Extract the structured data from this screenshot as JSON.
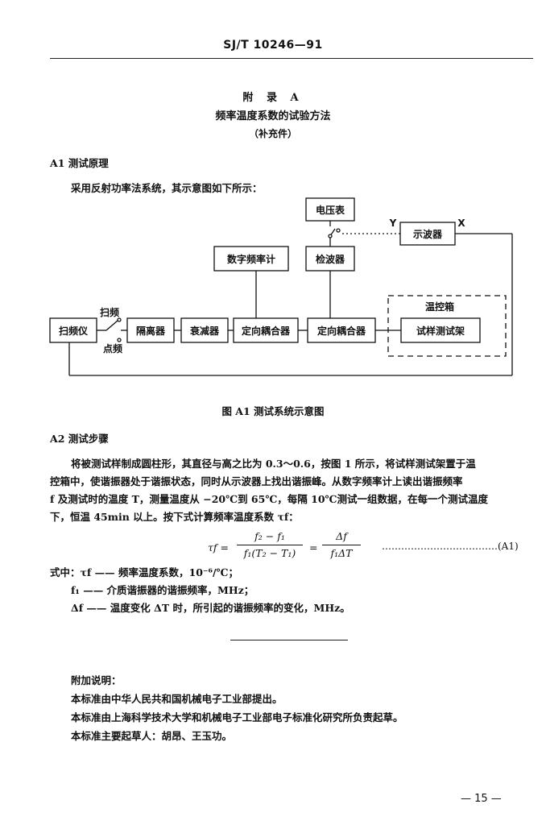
{
  "header": {
    "standard_no": "SJ/T 10246—91"
  },
  "appendix": {
    "title": "附 录 A",
    "subtitle": "频率温度系数的试验方法",
    "note": "（补充件）"
  },
  "section_a1": {
    "heading": "A1  测试原理",
    "intro": "采用反射功率法系统，其示意图如下所示："
  },
  "diagram": {
    "boxes": {
      "voltmeter": "电压表",
      "oscilloscope": "示波器",
      "freq_counter": "数字频率计",
      "detector": "检波器",
      "sweeper": "扫频仪",
      "isolator": "隔离器",
      "attenuator": "衰减器",
      "coupler1": "定向耦合器",
      "coupler2": "定向耦合器",
      "fixture": "试样测试架",
      "chamber": "温控箱"
    },
    "labels": {
      "sweep": "扫频",
      "point": "点频",
      "y": "Y",
      "x": "X"
    },
    "caption": "图 A1   测试系统示意图"
  },
  "section_a2": {
    "heading": "A2  测试步骤",
    "lines": [
      "将被测试样制成圆柱形，其直径与高之比为 0.3～0.6，按图 1 所示，将试样测试架置于温",
      "控箱中，使谐振器处于谐振状态，同时从示波器上找出谐振峰。从数字频率计上读出谐振频率",
      "f 及测试时的温度 T，测量温度从 −20℃到 65℃，每隔 10℃测试一组数据，在每一个测试温度",
      "下，恒温 45min 以上。按下式计算频率温度系数 τf："
    ],
    "formula": {
      "lhs": "τf =",
      "num1": "f₂ − f₁",
      "den1": "f₁(T₂ − T₁)",
      "eq": "=",
      "num2": "Δf",
      "den2": "f₁ΔT",
      "number": "………………………………(A1)"
    },
    "vars": [
      "式中：τf —— 频率温度系数，10⁻⁶/℃；",
      "f₁ —— 介质谐振器的谐振频率，MHz；",
      "Δf —— 温度变化 ΔT 时，所引起的谐振频率的变化，MHz。"
    ]
  },
  "footer_notes": {
    "heading": "附加说明：",
    "lines": [
      "本标准由中华人民共和国机械电子工业部提出。",
      "本标准由上海科学技术大学和机械电子工业部电子标准化研究所负责起草。",
      "本标准主要起草人：胡昂、王玉功。"
    ]
  },
  "page_number": "— 15 —"
}
